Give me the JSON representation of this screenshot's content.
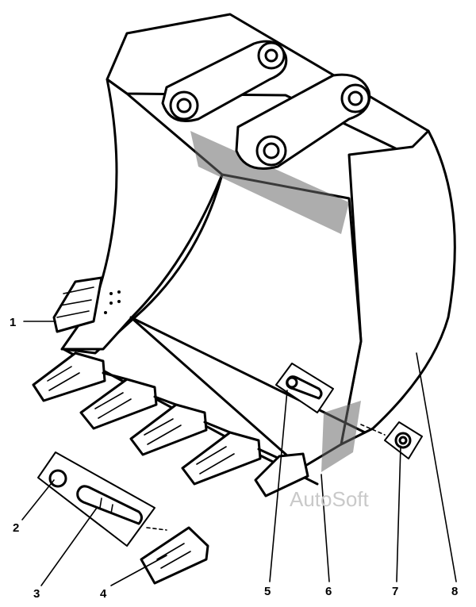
{
  "callouts": [
    {
      "id": "1",
      "label": "1"
    },
    {
      "id": "2",
      "label": "2"
    },
    {
      "id": "3",
      "label": "3"
    },
    {
      "id": "4",
      "label": "4"
    },
    {
      "id": "5",
      "label": "5"
    },
    {
      "id": "6",
      "label": "6"
    },
    {
      "id": "7",
      "label": "7"
    },
    {
      "id": "8",
      "label": "8"
    }
  ],
  "watermark": "AutoSoft"
}
